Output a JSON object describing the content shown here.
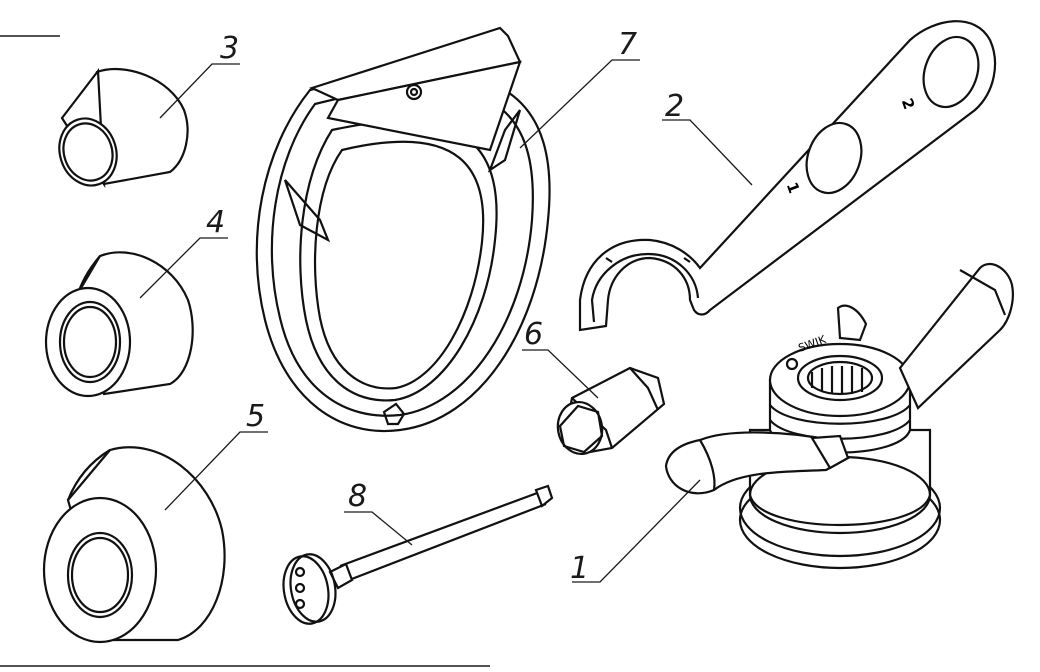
{
  "callouts": {
    "c1": "1",
    "c2": "2",
    "c3": "3",
    "c4": "4",
    "c5": "5",
    "c6": "6",
    "c7": "7",
    "c8": "8"
  },
  "wrench_marks": {
    "hole1": "1",
    "hole2": "2"
  },
  "hub_brand": "SWIK"
}
